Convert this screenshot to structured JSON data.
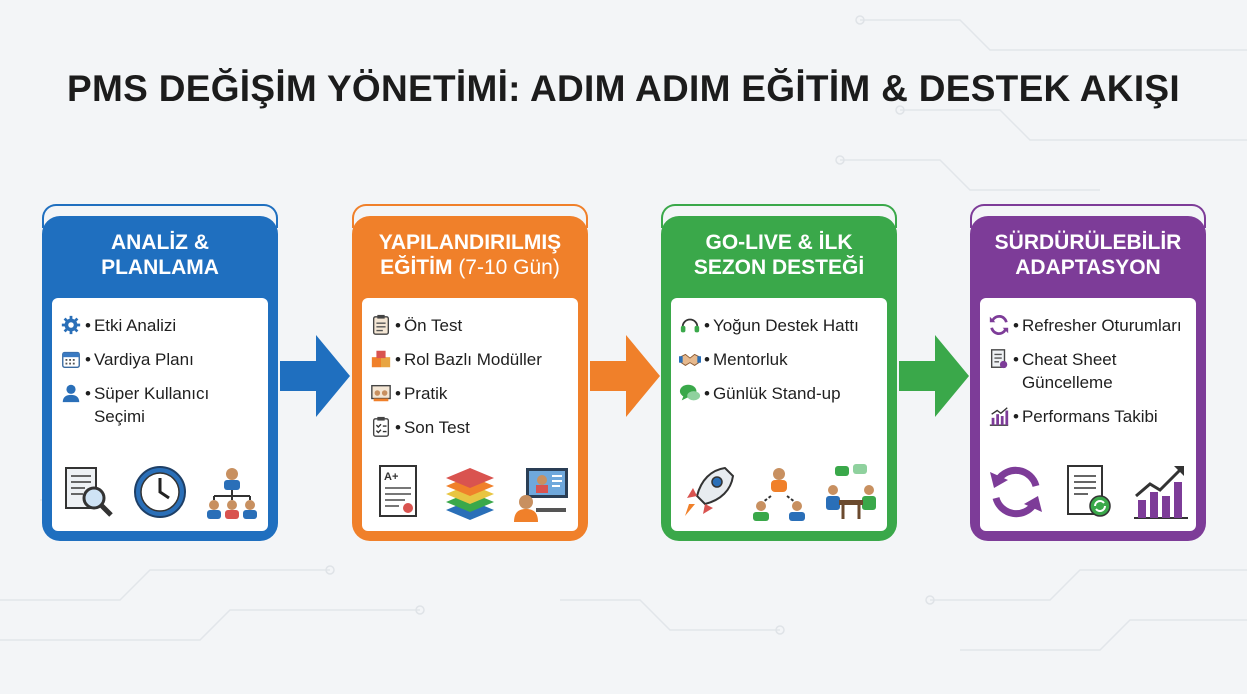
{
  "title": "PMS DEĞİŞİM YÖNETİMİ: ADIM ADIM EĞİTİM & DESTEK AKIŞI",
  "colors": {
    "step1": "#1f6fbf",
    "step2": "#f0802a",
    "step3": "#3aa84a",
    "step4": "#7d3c98"
  },
  "steps": [
    {
      "title_line1": "ANALİZ &",
      "title_line2": "PLANLAMA",
      "title_line2_suffix": "",
      "items": [
        "Etki Analizi",
        "Vardiya Planı",
        "Süper Kullanıcı Seçimi"
      ],
      "item_icons": [
        "gear-icon",
        "calendar-icon",
        "user-icon"
      ],
      "big_icons": [
        "document-search-icon",
        "clock-icon",
        "team-hierarchy-icon"
      ]
    },
    {
      "title_line1": "YAPILANDIRILMIŞ",
      "title_line2": "EĞİTİM",
      "title_line2_suffix": "(7-10 Gün)",
      "items": [
        "Ön Test",
        "Rol Bazlı Modüller",
        "Pratik",
        "Son Test"
      ],
      "item_icons": [
        "clipboard-icon",
        "puzzle-icon",
        "practice-icon",
        "checklist-icon"
      ],
      "big_icons": [
        "graded-paper-icon",
        "layers-icon",
        "online-training-icon"
      ]
    },
    {
      "title_line1": "GO-LIVE & İLK",
      "title_line2": "SEZON DESTEĞİ",
      "title_line2_suffix": "",
      "items": [
        "Yoğun Destek Hattı",
        "Mentorluk",
        "Günlük Stand-up"
      ],
      "item_icons": [
        "headset-icon",
        "handshake-icon",
        "chat-icon"
      ],
      "big_icons": [
        "rocket-icon",
        "mentoring-icon",
        "meeting-icon"
      ]
    },
    {
      "title_line1": "SÜRDÜRÜLEBİLİR",
      "title_line2": "ADAPTASYON",
      "title_line2_suffix": "",
      "items": [
        "Refresher Oturumları",
        "Cheat Sheet Güncelleme",
        "Performans Takibi"
      ],
      "item_icons": [
        "refresh-icon",
        "document-edit-icon",
        "bar-chart-icon"
      ],
      "big_icons": [
        "cycle-icon",
        "document-update-icon",
        "growth-chart-icon"
      ]
    }
  ]
}
